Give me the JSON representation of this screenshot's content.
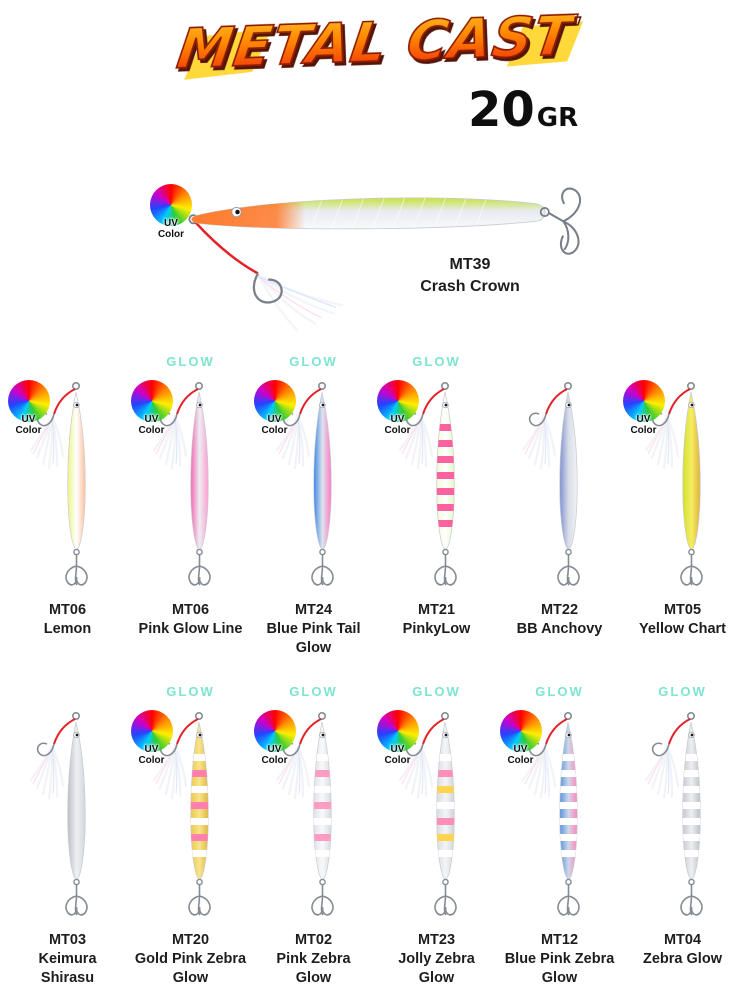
{
  "header": {
    "title": "METAL CAST",
    "weight_value": "20",
    "weight_unit": "GR"
  },
  "badges": {
    "glow_text": "GLOW",
    "uv_line1": "UV",
    "uv_line2": "Color"
  },
  "hero": {
    "code": "MT39",
    "name": "Crash Crown",
    "uv": true,
    "glow": false,
    "colors": {
      "back": "#c8e23b",
      "body": "#e7eaef",
      "belly": "#f8f9fb",
      "nose": "#ff7a2b",
      "cord": "#e32227",
      "hook": "#79808a",
      "feather": "#f2f4f8"
    }
  },
  "lures": [
    {
      "code": "MT06",
      "name": "Lemon",
      "uv": true,
      "glow": false,
      "colors": {
        "left": "#eaf585",
        "mid": "#ffffff",
        "right": "#ffc09a"
      },
      "stripes": null
    },
    {
      "code": "MT06",
      "name": "Pink Glow Line",
      "uv": true,
      "glow": true,
      "colors": {
        "left": "#f468b2",
        "mid": "#eceef2",
        "right": "#ff9ed2"
      },
      "stripes": null
    },
    {
      "code": "MT24",
      "name": "Blue Pink Tail Glow",
      "uv": true,
      "glow": true,
      "colors": {
        "left": "#3f86e4",
        "mid": "#dde4ee",
        "right": "#ff79c2"
      },
      "stripes": null
    },
    {
      "code": "MT21",
      "name": "PinkyLow",
      "uv": true,
      "glow": true,
      "colors": {
        "left": "#eefcd8",
        "mid": "#ffffff",
        "right": "#e4f8c8"
      },
      "stripes": {
        "colors": [
          "#ff619f"
        ],
        "count": 7
      }
    },
    {
      "code": "MT22",
      "name": "BB Anchovy",
      "uv": false,
      "glow": false,
      "colors": {
        "left": "#7e90d2",
        "mid": "#d9dde6",
        "right": "#f1f2f6"
      },
      "stripes": null
    },
    {
      "code": "MT05",
      "name": "Yellow Chart",
      "uv": true,
      "glow": false,
      "colors": {
        "left": "#d2e02c",
        "mid": "#f6ee62",
        "right": "#dfb23a"
      },
      "stripes": null
    },
    {
      "code": "MT03",
      "name": "Keimura Shirasu",
      "uv": false,
      "glow": false,
      "colors": {
        "left": "#b9bfc7",
        "mid": "#eef0f4",
        "right": "#d2d6dc"
      },
      "stripes": null
    },
    {
      "code": "MT20",
      "name": "Gold Pink Zebra Glow",
      "uv": true,
      "glow": true,
      "colors": {
        "left": "#eec84d",
        "mid": "#f8e48c",
        "right": "#e2b63e"
      },
      "stripes": {
        "colors": [
          "#ffffff",
          "#ff7fae"
        ],
        "count": 7
      }
    },
    {
      "code": "MT02",
      "name": "Pink Zebra Glow",
      "uv": true,
      "glow": true,
      "colors": {
        "left": "#dfe3e8",
        "mid": "#f8f9fb",
        "right": "#d6dadf"
      },
      "stripes": {
        "colors": [
          "#ffffff",
          "#ff9cc2"
        ],
        "count": 7
      }
    },
    {
      "code": "MT23",
      "name": "Jolly Zebra Glow",
      "uv": true,
      "glow": true,
      "colors": {
        "left": "#d7dce2",
        "mid": "#f4f5f7",
        "right": "#cfd4da"
      },
      "stripes": {
        "colors": [
          "#ffffff",
          "#ff8fb9",
          "#ffd44e"
        ],
        "count": 7
      }
    },
    {
      "code": "MT12",
      "name": "Blue Pink Zebra Glow",
      "uv": true,
      "glow": true,
      "colors": {
        "left": "#5a93de",
        "mid": "#ccd8ea",
        "right": "#ff85ba"
      },
      "stripes": {
        "colors": [
          "#ffffff"
        ],
        "count": 7
      }
    },
    {
      "code": "MT04",
      "name": "Zebra Glow",
      "uv": false,
      "glow": true,
      "colors": {
        "left": "#c5cad1",
        "mid": "#edeff2",
        "right": "#bdc2c9"
      },
      "stripes": {
        "colors": [
          "#ffffff"
        ],
        "count": 7
      }
    }
  ],
  "shared_colors": {
    "cord": "#e32227",
    "hook": "#858b93",
    "feather": "#f0f2f6",
    "glow_badge": "#7de4cf",
    "label": "#1d1d1f"
  }
}
